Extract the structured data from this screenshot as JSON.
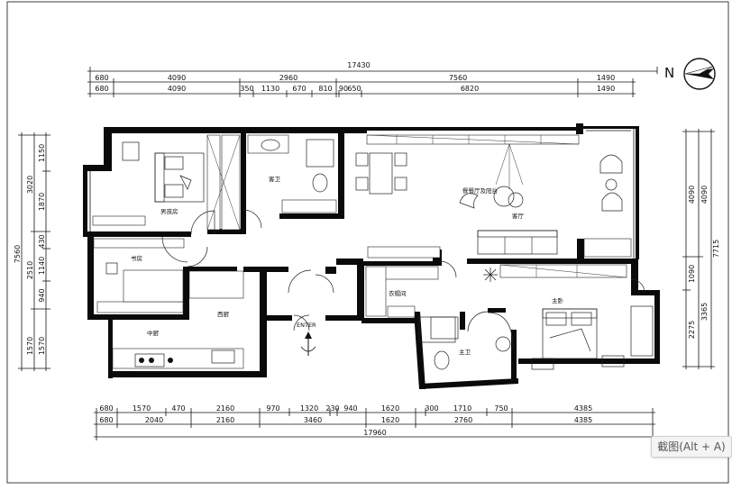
{
  "compass": {
    "label": "N"
  },
  "dims_top": {
    "overall": "17430",
    "row1": [
      "680",
      "4090",
      "2960",
      "7560",
      "1490"
    ],
    "row2": [
      "680",
      "4090",
      "350",
      "1130",
      "670",
      "810",
      "90",
      "650",
      "6820",
      "1490"
    ]
  },
  "dims_bottom": {
    "overall": "17960",
    "row1": [
      "680",
      "1570",
      "470",
      "2160",
      "970",
      "1320",
      "230",
      "940",
      "1620",
      "300",
      "1710",
      "750",
      "4385"
    ],
    "row2": [
      "680",
      "2040",
      "2160",
      "3460",
      "1620",
      "2760",
      "4385"
    ]
  },
  "dims_left": {
    "overall": "7560",
    "row1": [
      "1150",
      "1870",
      "430",
      "1140",
      "940",
      "1570"
    ],
    "row2": [
      "3020",
      "2510",
      "1570"
    ]
  },
  "dims_right": {
    "overall": "7715",
    "row1": [
      "4090",
      "1090",
      "2275"
    ],
    "row2": [
      "4090",
      "3365"
    ]
  },
  "rooms": {
    "boys_room": "男孩房",
    "guest_bath": "客卫",
    "dining_balcony": "餐餐厅及阳台",
    "living": "客厅",
    "study": "书房",
    "west_kitchen": "西厨",
    "kitchen": "中厨",
    "closet": "衣帽间",
    "master_bedroom": "主卧",
    "master_bath": "主卫",
    "entrance": "ENTER"
  },
  "screenshot_hint": "截图(Alt + A)"
}
